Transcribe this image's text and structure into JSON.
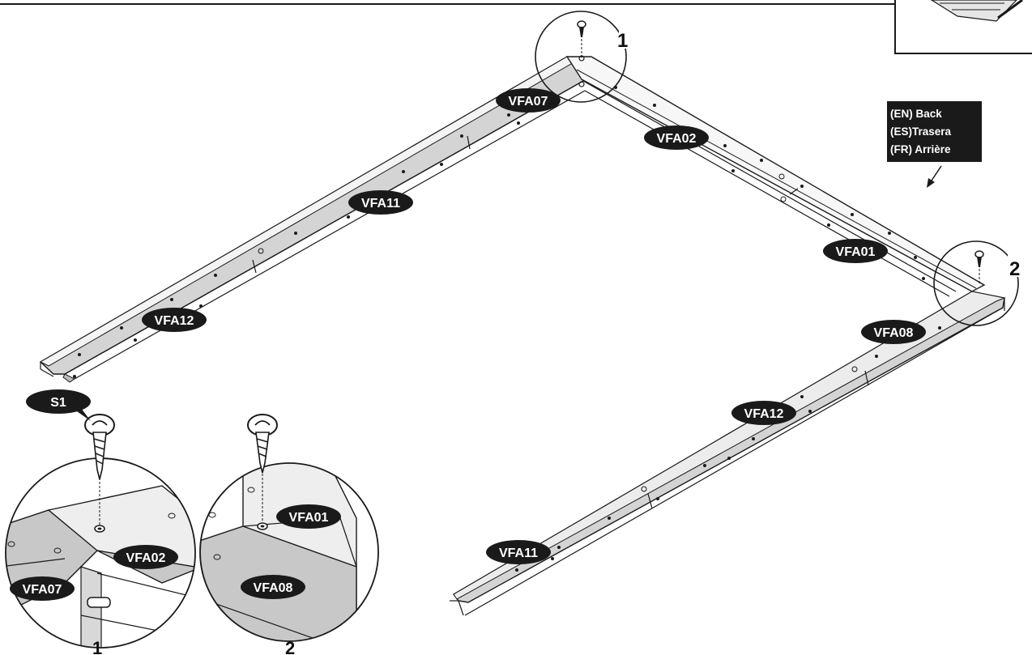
{
  "labels": {
    "vfa07_top": "VFA07",
    "vfa02_top": "VFA02",
    "vfa11_left": "VFA11",
    "vfa01_right": "VFA01",
    "vfa12_left": "VFA12",
    "vfa08_right": "VFA08",
    "vfa12_right": "VFA12",
    "vfa11_bottom": "VFA11",
    "s1": "S1",
    "detail1_vfa02": "VFA02",
    "detail1_vfa07": "VFA07",
    "detail2_vfa01": "VFA01",
    "detail2_vfa08": "VFA08"
  },
  "callouts": {
    "top_corner": "1",
    "right_corner": "2",
    "detail_1": "1",
    "detail_2": "2"
  },
  "orientation_note": {
    "en": "(EN) Back",
    "es": "(ES)Trasera",
    "fr": "(FR) Arrière"
  },
  "colors": {
    "label_fill": "#1a1a1a",
    "label_text": "#ffffff",
    "rail_fill": "#d6d6d6",
    "rail_top": "#f2f2f2",
    "line": "#1a1a1a"
  }
}
